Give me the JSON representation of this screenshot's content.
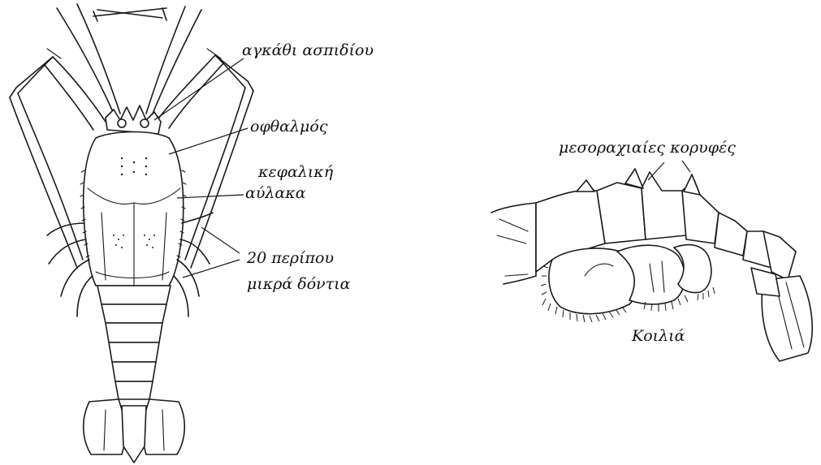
{
  "labels": {
    "shield_ridge": "αγκάθι ασπιδίου",
    "eye": "οφθαλμός",
    "cephalic_groove_line1": "κεφαλική",
    "cephalic_groove_line2": "αύλακα",
    "small_teeth_line1": "20 περίπου",
    "small_teeth_line2": "μικρά δόντια",
    "dorsal_crests": "μεσοραχιαίες κορυφές",
    "abdomen": "Κοιλιά"
  },
  "colors": {
    "ink": "#1a1a1a",
    "background": "#ffffff"
  }
}
